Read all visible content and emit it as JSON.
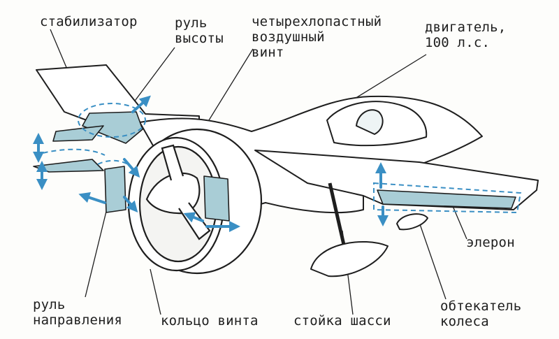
{
  "labels": {
    "stabilizer": "стабилизатор",
    "elevator": [
      "руль",
      "высоты"
    ],
    "propeller": [
      "четырехлопастный",
      "воздушный",
      "винт"
    ],
    "engine": [
      "двигатель,",
      "100 л.с."
    ],
    "aileron": "элерон",
    "rudder": [
      "руль",
      "направления"
    ],
    "prop_ring": "кольцо винта",
    "gear_strut": "стойка шасси",
    "wheel_fairing": [
      "обтекатель",
      "колеса"
    ]
  },
  "colors": {
    "ink": "#1e1e1e",
    "surface_fill": "#a9cdd6",
    "arrow": "#3a8fc4",
    "shade": "#7aa7b8"
  }
}
